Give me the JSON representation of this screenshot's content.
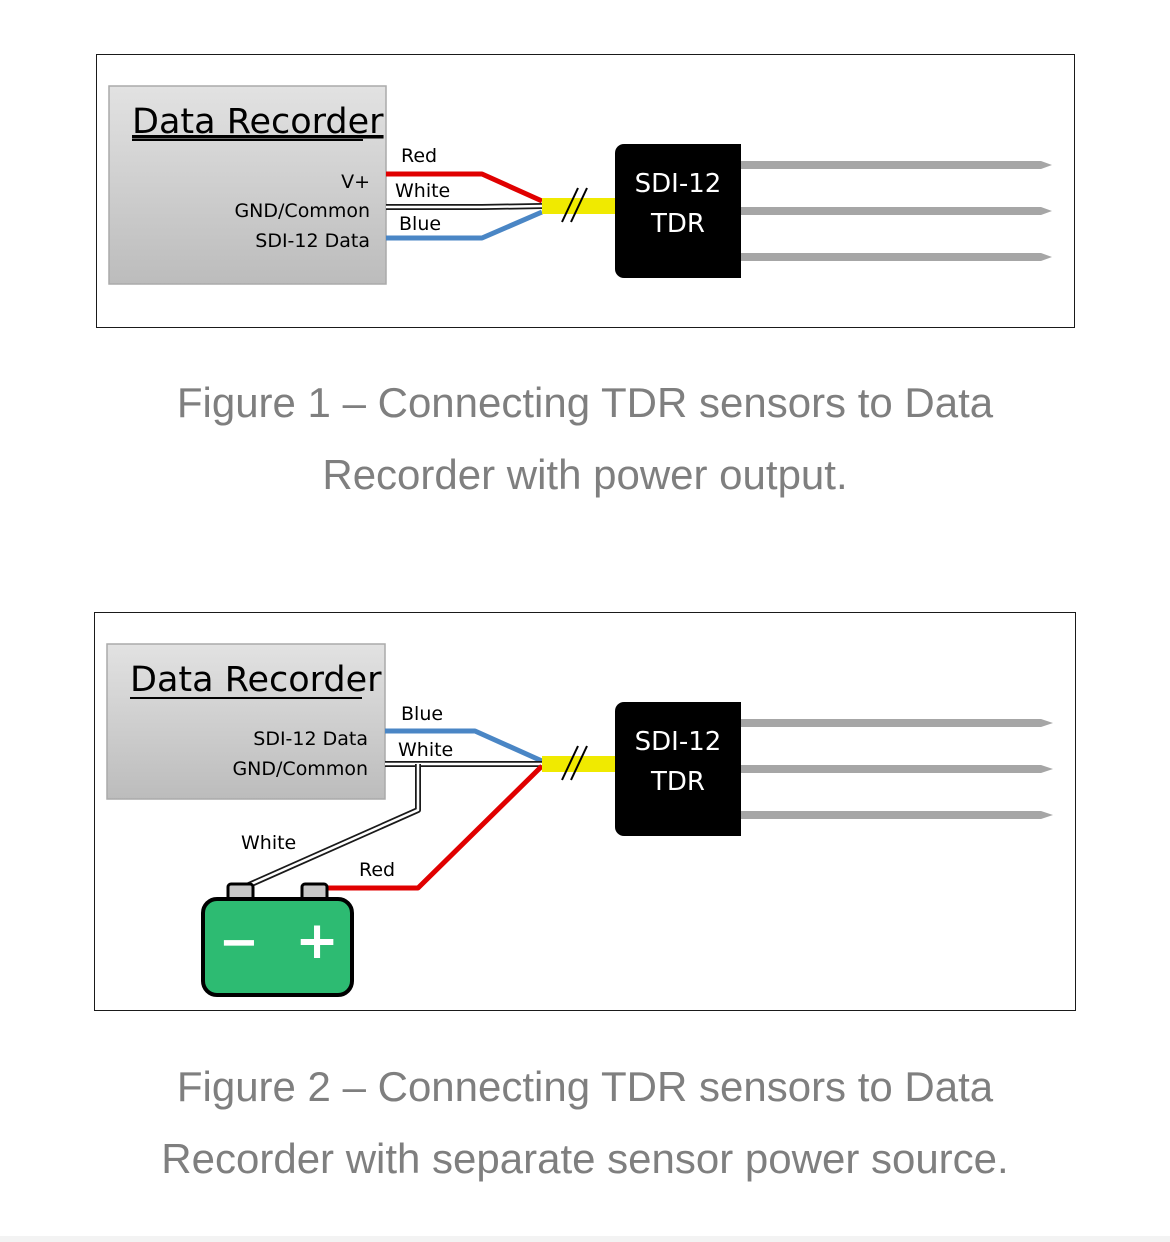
{
  "figure1": {
    "recorder_title": "Data Recorder",
    "terminals": [
      "V+",
      "GND/Common",
      "SDI-12 Data"
    ],
    "wires": [
      "Red",
      "White",
      "Blue"
    ],
    "sensor_line1": "SDI-12",
    "sensor_line2": "TDR",
    "caption_line1": "Figure 1 – Connecting TDR sensors to Data",
    "caption_line2": "Recorder with power output."
  },
  "figure2": {
    "recorder_title": "Data Recorder",
    "terminals": [
      "SDI-12 Data",
      "GND/Common"
    ],
    "wires": [
      "Blue",
      "White"
    ],
    "battery_wires": [
      "White",
      "Red"
    ],
    "battery_minus": "−",
    "battery_plus": "+",
    "sensor_line1": "SDI-12",
    "sensor_line2": "TDR",
    "caption_line1": "Figure 2 – Connecting TDR sensors to Data",
    "caption_line2": "Recorder with separate sensor power source."
  },
  "colors": {
    "red_wire": "#e00000",
    "blue_wire": "#4a86c5",
    "cable_jacket": "#f0ea00",
    "battery": "#2dbb72",
    "probe": "#a6a6a6",
    "caption": "#7f7f7f"
  }
}
